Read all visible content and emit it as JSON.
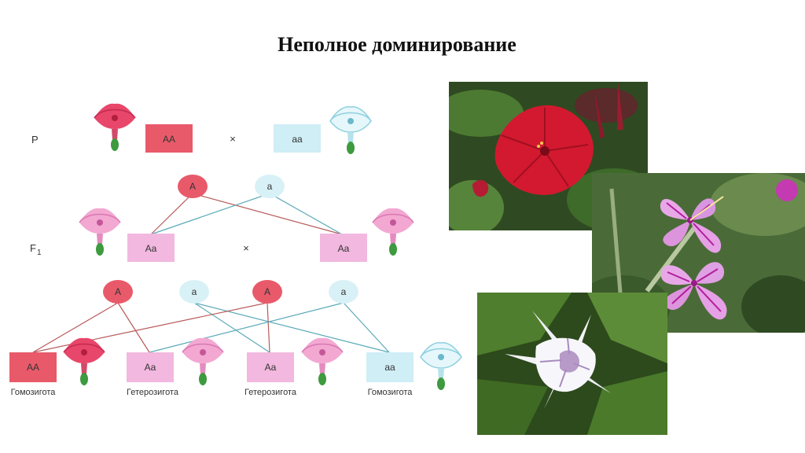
{
  "slide": {
    "title": "Неполное доминирование"
  },
  "scheme": {
    "generation_labels": {
      "p": "P",
      "f1": "F",
      "f1_sub": "1"
    },
    "cross_symbol": "×",
    "parents": {
      "left_genotype": "AA",
      "right_genotype": "aa"
    },
    "parent_gametes": [
      "A",
      "a"
    ],
    "f1": {
      "left_genotype": "Aa",
      "right_genotype": "Aa"
    },
    "f1_gametes": [
      "A",
      "a",
      "A",
      "a"
    ],
    "f2": [
      {
        "genotype": "AA",
        "label": "Гомозигота"
      },
      {
        "genotype": "Aa",
        "label": "Гетерозигота"
      },
      {
        "genotype": "Aa",
        "label": "Гетерозигота"
      },
      {
        "genotype": "aa",
        "label": "Гомозигота"
      }
    ]
  },
  "colors": {
    "red": "#e23b5a",
    "pink": "#f2a3cf",
    "white_blue": "#cfeef6",
    "line_red": "#b85a5a",
    "line_blue": "#5aaab8"
  }
}
